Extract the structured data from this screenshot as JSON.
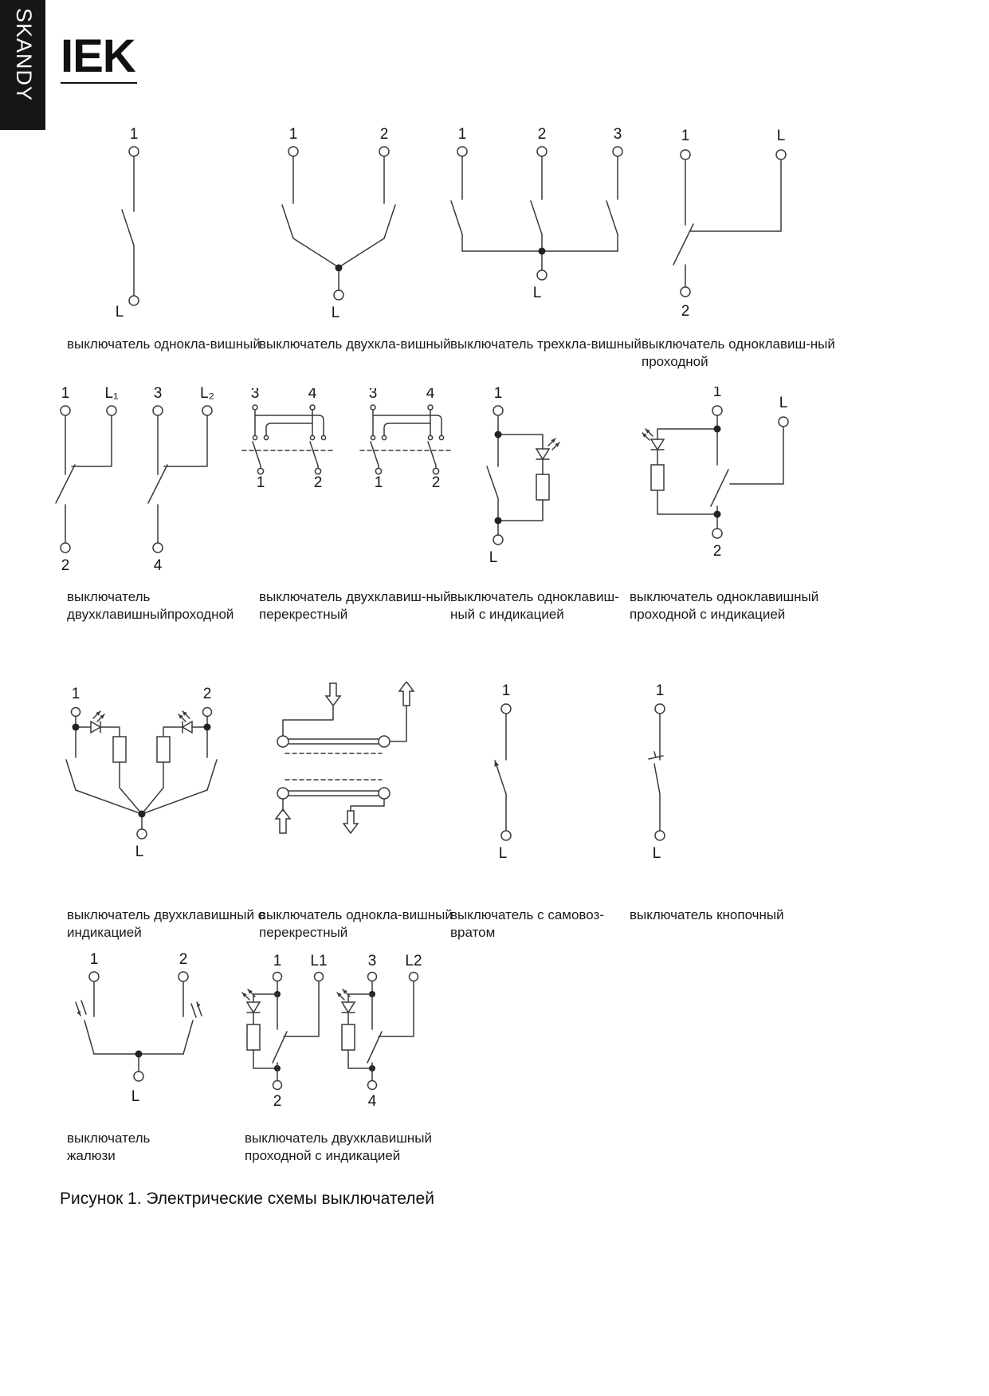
{
  "page": {
    "sidebar_brand": "SKANDY",
    "logo_text": "IEK",
    "figure_caption": "Рисунок 1. Электрические схемы выключателей",
    "colors": {
      "sidebar_bg": "#161616",
      "ink": "#1a1a1a",
      "stroke": "#3a3a3a"
    }
  },
  "diagrams": {
    "single": {
      "caption": "выключатель однокла-вишный",
      "top": [
        "1"
      ],
      "bottom": [
        "L"
      ]
    },
    "double": {
      "caption": "выключатель двухкла-вишный",
      "top": [
        "1",
        "2"
      ],
      "bottom": [
        "L"
      ]
    },
    "triple": {
      "caption": "выключатель трехкла-вишный",
      "top": [
        "1",
        "2",
        "3"
      ],
      "bottom": [
        "L"
      ]
    },
    "single_pass": {
      "caption": "выключатель одноклавиш-ный\nпроходной",
      "top": [
        "1",
        "L"
      ],
      "bottom": [
        "2"
      ]
    },
    "double_pass": {
      "caption": "выключатель\nдвухклавишныйпроходной",
      "top": [
        "1",
        "L₁",
        "3",
        "L₂"
      ],
      "bottom": [
        "2",
        "4"
      ]
    },
    "double_cross": {
      "caption": "выключатель двухклавиш-ный\nперекрестный",
      "top": [
        "3",
        "4",
        "3",
        "4"
      ],
      "bottom": [
        "1",
        "2",
        "1",
        "2"
      ]
    },
    "single_ind": {
      "caption": "выключатель одноклавиш-\nный с индикацией",
      "top": [
        "1"
      ],
      "bottom": [
        "L"
      ]
    },
    "single_pass_ind": {
      "caption": "выключатель одноклавишный\nпроходной с индикацией",
      "top": [
        "1",
        "L"
      ],
      "bottom": [
        "2"
      ]
    },
    "double_ind": {
      "caption": "выключатель двухклавишный с\nиндикацией",
      "top": [
        "1",
        "2"
      ],
      "bottom": [
        "L"
      ]
    },
    "single_cross": {
      "caption": "выключатель однокла-вишный\nперекрестный",
      "arrows": [
        "down",
        "up",
        "up",
        "down"
      ]
    },
    "self_return": {
      "caption": "выключатель с самовоз-\nвратом",
      "top": [
        "1"
      ],
      "bottom": [
        "L"
      ]
    },
    "push_button": {
      "caption": "выключатель кнопочный",
      "top": [
        "1"
      ],
      "bottom": [
        "L"
      ]
    },
    "blinds": {
      "caption": "выключатель\nжалюзи",
      "top": [
        "1",
        "2"
      ],
      "bottom": [
        "L"
      ]
    },
    "double_pass_ind": {
      "caption": "выключатель двухклавишный\nпроходной с индикацией",
      "top": [
        "1",
        "L1",
        "3",
        "L2"
      ],
      "bottom": [
        "2",
        "4"
      ]
    }
  }
}
